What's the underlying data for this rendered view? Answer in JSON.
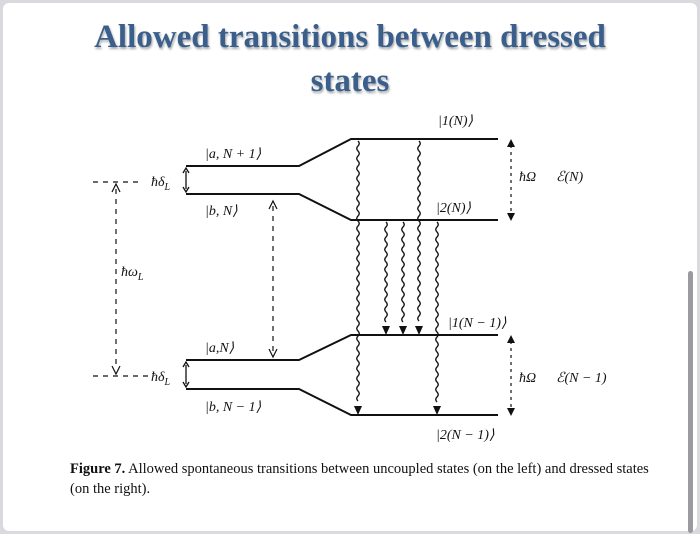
{
  "title": {
    "line1": "Allowed transitions between dressed",
    "line2": "states"
  },
  "diagram": {
    "left_states": {
      "a_N_plus_1": "|a, N + 1⟩",
      "b_N": "|b, N⟩",
      "a_N": "|a,N⟩",
      "b_N_minus_1": "|b, N − 1⟩"
    },
    "right_states": {
      "one_N": "|1(N)⟩",
      "two_N": "|2(N)⟩",
      "one_N_minus_1": "|1(N − 1)⟩",
      "two_N_minus_1": "|2(N − 1)⟩"
    },
    "detuning_top": "ħδ",
    "detuning_bottom": "ħδ",
    "detuning_sub": "L",
    "laser_energy": "ħω",
    "laser_sub": "L",
    "rabi_top": "ħΩ",
    "rabi_bottom": "ħΩ",
    "manifold_top": "ℰ(N)",
    "manifold_bottom": "ℰ(N − 1)"
  },
  "caption": {
    "label": "Figure 7.",
    "text": "Allowed spontaneous transitions between uncoupled states (on the left) and dressed states (on the right)."
  },
  "colors": {
    "title": "#3a5f8c",
    "ink": "#111111",
    "background": "#ffffff"
  }
}
